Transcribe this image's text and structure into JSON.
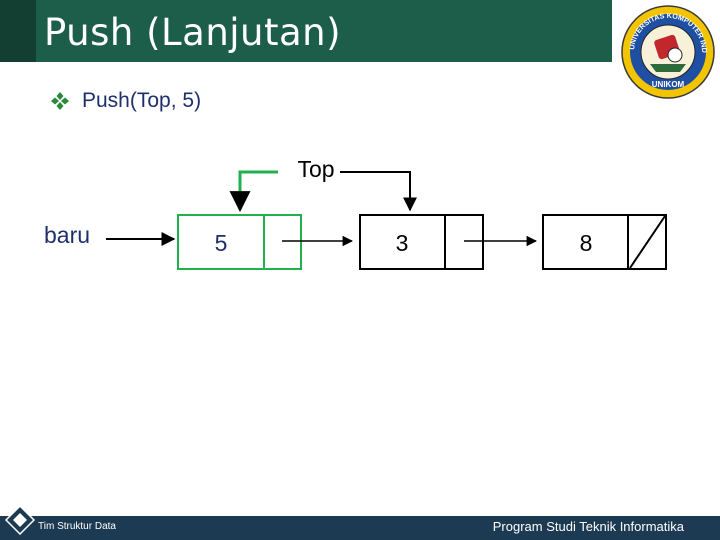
{
  "slide": {
    "title": "Push (Lanjutan)",
    "bullet": "Push(Top, 5)"
  },
  "logo": {
    "top_text": "UNIVERSITAS KOMPUTER INDONESIA",
    "bottom_text": "UNIKOM"
  },
  "diagram": {
    "pointer_labels": {
      "top": "Top",
      "baru": "baru"
    },
    "nodes": [
      {
        "value": "5",
        "next": "pointer",
        "is_new": true
      },
      {
        "value": "3",
        "next": "pointer",
        "is_new": false
      },
      {
        "value": "8",
        "next": "null",
        "is_new": false
      }
    ]
  },
  "footer": {
    "left": "Tim Struktur Data",
    "right": "Program Studi Teknik Informatika"
  },
  "colors": {
    "header": "#1d5e4a",
    "new_node_border": "#22b04c",
    "node_border": "#000000",
    "bullet_icon": "#2a8a3c",
    "footer": "#1c3a52"
  }
}
